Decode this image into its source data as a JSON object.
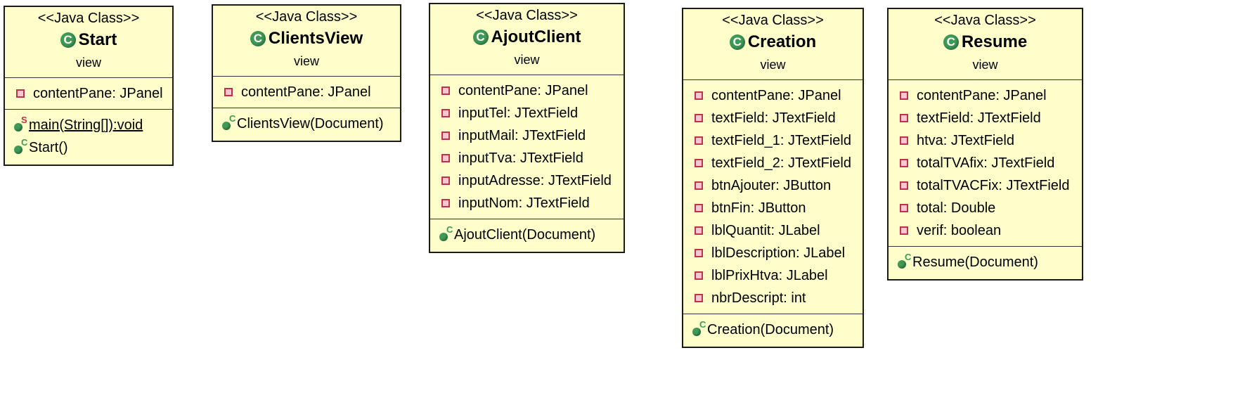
{
  "classes": [
    {
      "id": "start",
      "stereotype": "<<Java Class>>",
      "icon": "class-icon",
      "name": "Start",
      "package": "view",
      "attributes": [
        "contentPane: JPanel"
      ],
      "operations": [
        {
          "text": "main(String[]):void",
          "modifier": "S",
          "static": true
        },
        {
          "text": "Start()",
          "modifier": "C",
          "static": false
        }
      ]
    },
    {
      "id": "clientsview",
      "stereotype": "<<Java Class>>",
      "icon": "class-icon",
      "name": "ClientsView",
      "package": "view",
      "attributes": [
        "contentPane: JPanel"
      ],
      "operations": [
        {
          "text": "ClientsView(Document)",
          "modifier": "C",
          "static": false
        }
      ]
    },
    {
      "id": "ajoutclient",
      "stereotype": "<<Java Class>>",
      "icon": "class-icon",
      "name": "AjoutClient",
      "package": "view",
      "attributes": [
        "contentPane: JPanel",
        "inputTel: JTextField",
        "inputMail: JTextField",
        "inputTva: JTextField",
        "inputAdresse: JTextField",
        "inputNom: JTextField"
      ],
      "operations": [
        {
          "text": "AjoutClient(Document)",
          "modifier": "C",
          "static": false
        }
      ]
    },
    {
      "id": "creation",
      "stereotype": "<<Java Class>>",
      "icon": "class-icon",
      "name": "Creation",
      "package": "view",
      "attributes": [
        "contentPane: JPanel",
        "textField: JTextField",
        "textField_1: JTextField",
        "textField_2: JTextField",
        "btnAjouter: JButton",
        "btnFin: JButton",
        "lblQuantit: JLabel",
        "lblDescription: JLabel",
        "lblPrixHtva: JLabel",
        "nbrDescript: int"
      ],
      "operations": [
        {
          "text": "Creation(Document)",
          "modifier": "C",
          "static": false
        }
      ]
    },
    {
      "id": "resume",
      "stereotype": "<<Java Class>>",
      "icon": "class-icon",
      "name": "Resume",
      "package": "view",
      "attributes": [
        "contentPane: JPanel",
        "textField: JTextField",
        "htva: JTextField",
        "totalTVAfix: JTextField",
        "totalTVACFix: JTextField",
        "total: Double",
        "verif: boolean"
      ],
      "operations": [
        {
          "text": "Resume(Document)",
          "modifier": "C",
          "static": false
        }
      ]
    }
  ],
  "colors": {
    "box_fill": "#fefecb",
    "class_icon": "#3e9a55",
    "field_icon": "#c0304a"
  }
}
